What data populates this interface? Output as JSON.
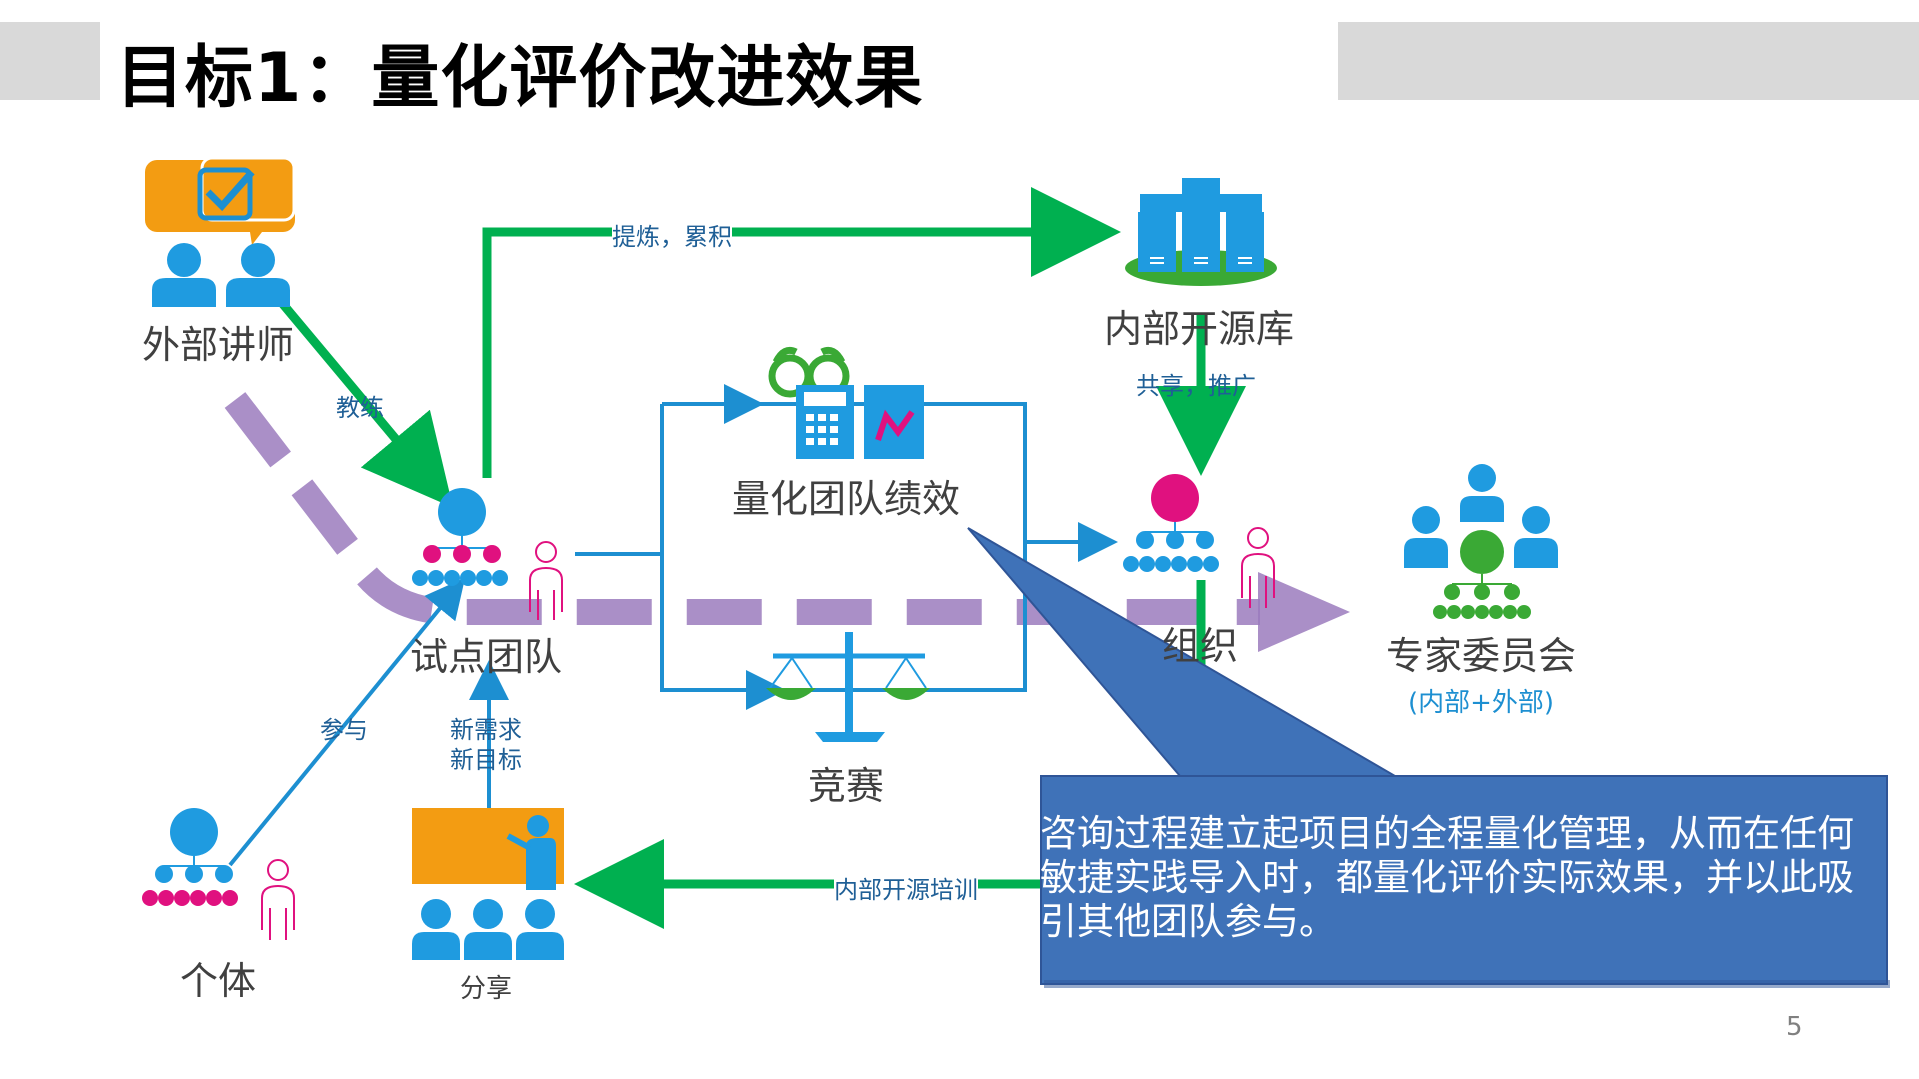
{
  "title": "目标1：量化评价改进效果",
  "nodes": {
    "external_lecturer": "外部讲师",
    "pilot_team": "试点团队",
    "individual": "个体",
    "share": "分享",
    "quant_team": "量化团队绩效",
    "competition": "竞赛",
    "internal_repo": "内部开源库",
    "organization": "组织",
    "expert_committee": "专家委员会",
    "expert_sub": "(内部+外部)"
  },
  "edges": {
    "coach": "教练",
    "refine": "提炼，累积",
    "share_promote": "共享，推广",
    "participate": "参与",
    "new_needs_1": "新需求",
    "new_needs_2": "新目标",
    "internal_training": "内部开源培训"
  },
  "callout": "咨询过程建立起项目的全程量化管理，从而在任何敏捷实践导入时，都量化评价实际效果，并以此吸引其他团队参与。",
  "page_number": "5",
  "colors": {
    "green": "#00b050",
    "blue": "#1d8fd1",
    "icon_blue": "#1f9be0",
    "orange": "#f39c12",
    "magenta": "#e0117f",
    "purple": "#9b7bbd",
    "callout": "#3f72b8"
  }
}
